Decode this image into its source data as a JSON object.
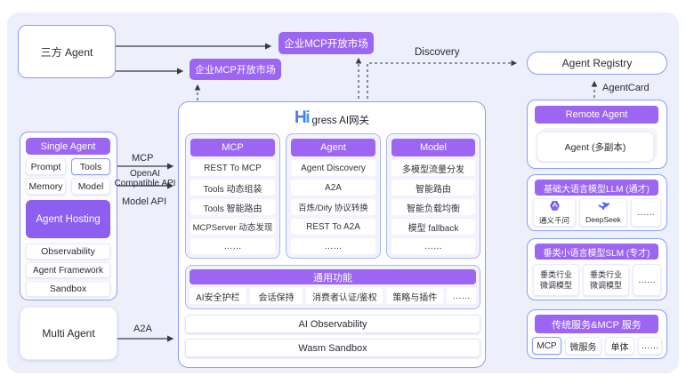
{
  "colors": {
    "purple": "#9c66f2",
    "purple_dark": "#8d5ff0",
    "box_border": "#8b9cf5",
    "panel_bg": "#edeffa",
    "column_bg": "#f2f3fe",
    "arrow": "#3a3a42",
    "logo_blue": "#4b78f0",
    "deepseek_blue": "#4d6bfe"
  },
  "top": {
    "third_party_agent": "三方 Agent",
    "mcp_market_top": "企业MCP开放市场",
    "mcp_market_left": "企业MCP开放市场",
    "discovery_label": "Discovery",
    "agent_registry": "Agent Registry",
    "agent_card_label": "AgentCard"
  },
  "left": {
    "single_agent": {
      "title": "Single Agent",
      "prompt": "Prompt",
      "tools": "Tools",
      "memory": "Memory",
      "model": "Model",
      "agent_hosting": "Agent Hosting",
      "observability": "Observability",
      "agent_framework": "Agent Framework",
      "sandbox": "Sandbox"
    },
    "multi_agent": "Multi Agent",
    "labels": {
      "mcp": "MCP",
      "openai_line1": "OpenAI",
      "openai_line2": "Compatible API",
      "model_api": "Model API",
      "a2a": "A2A"
    }
  },
  "center": {
    "logo_h": "H",
    "logo_i": "i",
    "logo_text": "gress AI网关",
    "columns": [
      {
        "title": "MCP",
        "items": [
          "REST To MCP",
          "Tools 动态组装",
          "Tools 智能路由",
          "MCPServer 动态发现",
          "……"
        ]
      },
      {
        "title": "Agent",
        "items": [
          "Agent Discovery",
          "A2A",
          "百炼/Dify 协议转换",
          "REST To A2A",
          "……"
        ]
      },
      {
        "title": "Model",
        "items": [
          "多模型流量分发",
          "智能路由",
          "智能负载均衡",
          "模型 fallback",
          "……"
        ]
      }
    ],
    "common": {
      "title": "通用功能",
      "items": [
        "AI安全护栏",
        "会话保持",
        "消费者认证/鉴权",
        "策略与插件",
        "……"
      ]
    },
    "observability_bar": "AI Observability",
    "sandbox_bar": "Wasm Sandbox"
  },
  "right": {
    "remote_agent": {
      "title": "Remote Agent",
      "item": "Agent (多副本)"
    },
    "llm": {
      "title": "基础大语言模型LLM (通才)",
      "items": [
        {
          "label": "通义千问",
          "icon": "tongyi-icon"
        },
        {
          "label": "DeepSeek",
          "icon": "deepseek-icon"
        },
        {
          "label": "……"
        }
      ]
    },
    "slm": {
      "title": "垂类小语言模型SLM (专才)",
      "items": [
        {
          "l1": "垂类行业",
          "l2": "微调模型"
        },
        {
          "l1": "垂类行业",
          "l2": "微调模型"
        }
      ],
      "more": "……"
    },
    "legacy": {
      "title": "传统服务&MCP 服务",
      "items": [
        "MCP",
        "微服务",
        "单体",
        "……"
      ]
    }
  }
}
